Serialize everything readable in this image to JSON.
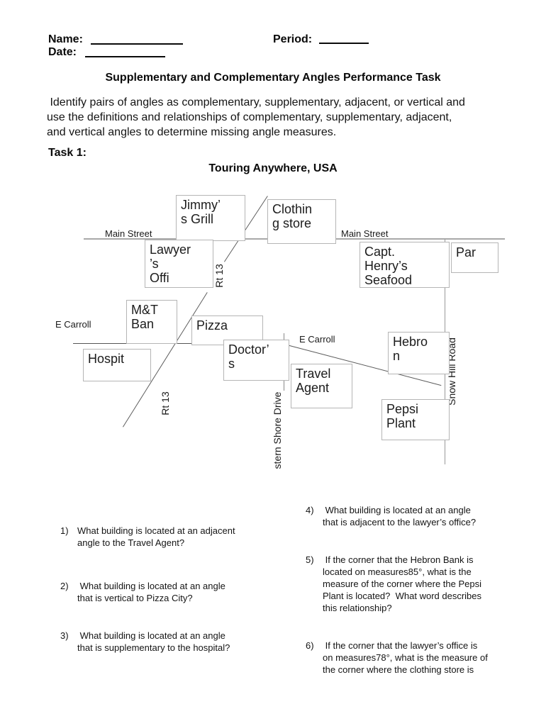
{
  "doc": {
    "header": {
      "name_label": "Name:",
      "period_label": "Period:",
      "date_label": "Date:"
    },
    "title": "Supplementary and Complementary Angles Performance Task",
    "intro": " Identify pairs of angles as complementary, supplementary, adjacent, or vertical and\nuse the definitions and relationships of complementary, supplementary, adjacent,\nand vertical angles to determine missing angle measures.",
    "task_label": "Task 1:",
    "map_title": "Touring Anywhere, USA"
  },
  "map": {
    "labels": {
      "main_left": "Main Street",
      "main_right": "Main Street",
      "ecarroll_left": "E Carroll",
      "ecarroll_right": "E Carroll",
      "rt13_upper": "Rt 13",
      "rt13_lower": "Rt 13",
      "eastern_shore": "stern Shore Drive",
      "snow_hill": "Snow Hill Road"
    },
    "buildings": {
      "jimmys_grill": "Jimmy’\ns Grill",
      "clothing_store": "Clothin\ng store",
      "lawyers_office": "Lawyer\n’s\nOffi",
      "capt_henrys": "Capt.\nHenry’s\nSeafood",
      "park": "Par",
      "mt_bank": "M&T\nBan",
      "pizza": "Pizza",
      "hospital": "Hospit",
      "doctors": "Doctor’\ns",
      "travel_agent": "Travel\nAgent",
      "hebron": "Hebro\nn",
      "pepsi_plant": "Pepsi\nPlant"
    }
  },
  "questions": [
    {
      "num": "1)",
      "text": "What building is located at an adjacent\nangle to the Travel Agent?"
    },
    {
      "num": "2)",
      "text": " What building is located at an angle\nthat is vertical to Pizza City?"
    },
    {
      "num": "3)",
      "text": " What building is located at an angle\nthat is supplementary to the hospital?"
    },
    {
      "num": "4)",
      "text": " What building is located at an angle\nthat is adjacent to the lawyer’s office?"
    },
    {
      "num": "5)",
      "text": " If the corner that the Hebron Bank is\nlocated on measures85°, what is the\nmeasure of the corner where the Pepsi\nPlant is located?  What word describes\nthis relationship?"
    },
    {
      "num": "6)",
      "text": " If the corner that the lawyer’s office is\non measures78°, what is the measure of\nthe corner where the clothing store is"
    }
  ]
}
